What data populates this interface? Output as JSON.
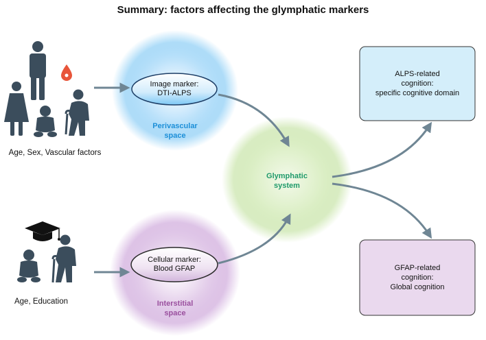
{
  "title": "Summary: factors affecting the glymphatic markers",
  "left_top": {
    "caption": "Age, Sex, Vascular factors",
    "icons": [
      "adult-man-icon",
      "adult-woman-icon",
      "baby-icon",
      "elderly-with-cane-icon",
      "blood-drop-icon"
    ]
  },
  "left_bottom": {
    "caption": "Age, Education",
    "icons": [
      "graduation-cap-icon",
      "baby-icon",
      "elderly-with-cane-icon"
    ]
  },
  "perivascular": {
    "marker_line1": "Image marker:",
    "marker_line2": "DTI-ALPS",
    "label_line1": "Perivascular",
    "label_line2": "space"
  },
  "interstitial": {
    "marker_line1": "Cellular marker:",
    "marker_line2": "Blood GFAP",
    "label_line1": "Interstitial",
    "label_line2": "space"
  },
  "glymphatic": {
    "label_line1": "Glymphatic",
    "label_line2": "system"
  },
  "outcome_top": {
    "line1": "ALPS-related",
    "line2": "cognition:",
    "line3": "specific cognitive domain"
  },
  "outcome_bottom": {
    "line1": "GFAP-related",
    "line2": "cognition:",
    "line3": "Global cognition"
  },
  "colors": {
    "perivascular_glow": "#3fa9f5",
    "perivascular_text": "#1d8fd8",
    "interstitial_glow": "#b07cc6",
    "interstitial_text": "#9a4f9e",
    "glymphatic_glow": "#b9dc8e",
    "glymphatic_text": "#1f9a6a",
    "outcome_top_fill": "#d4eefa",
    "outcome_bottom_fill": "#ead9ee",
    "arrow": "#6f8694",
    "icon": "#3b4d5c",
    "drop": "#e8553a"
  }
}
